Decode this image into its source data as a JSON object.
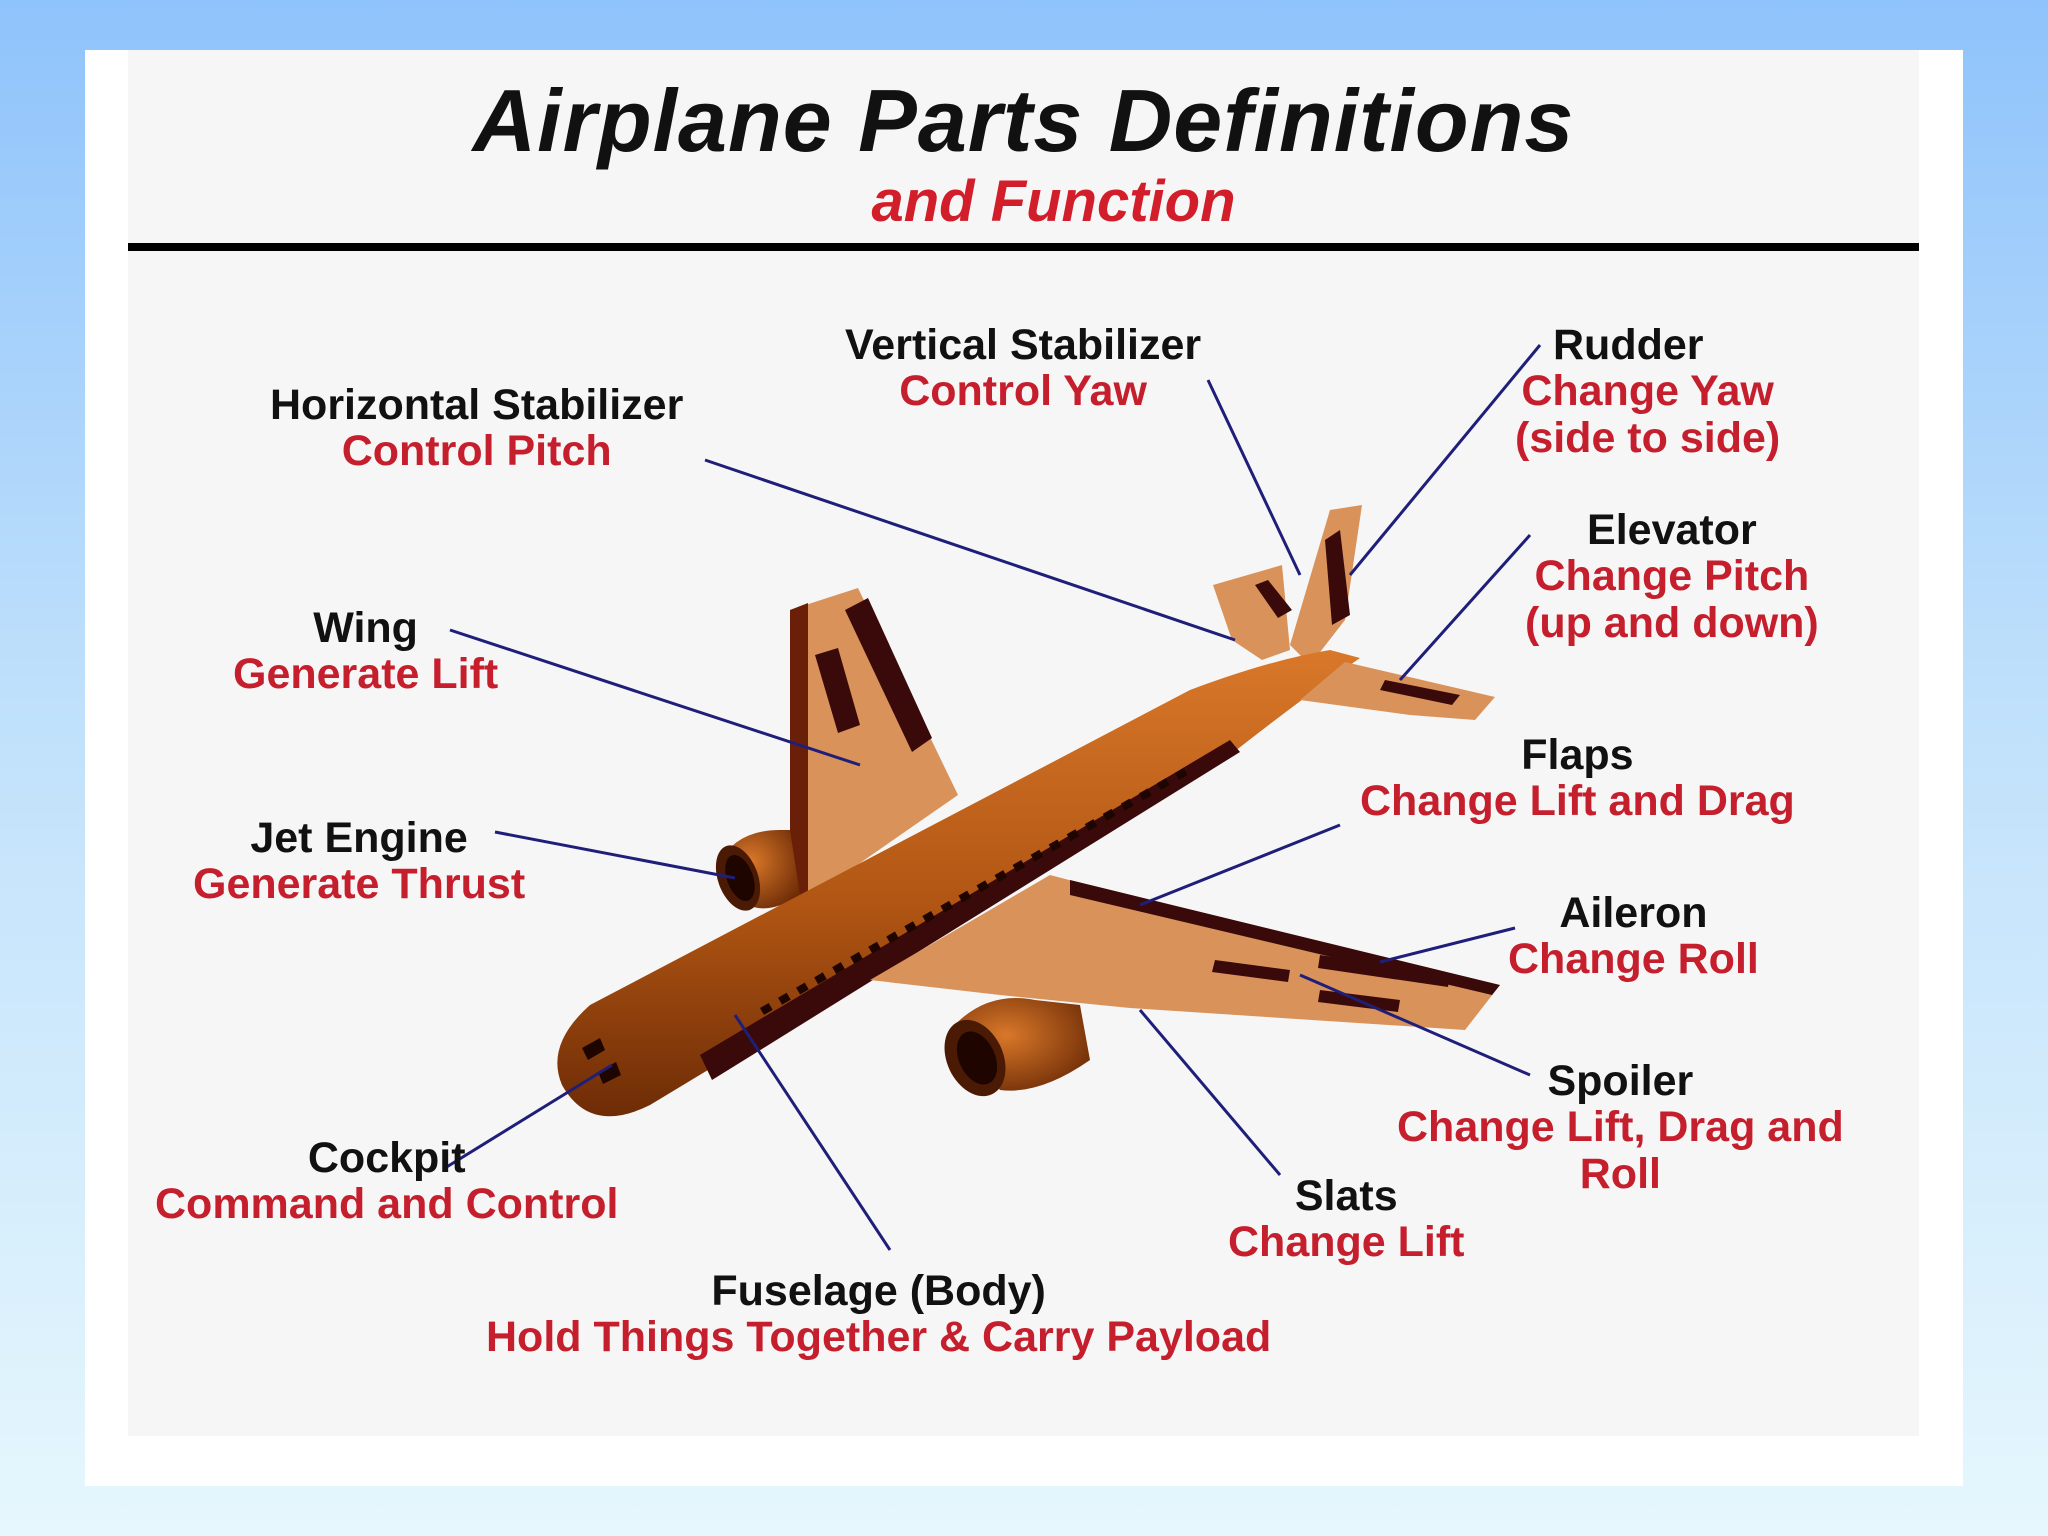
{
  "header": {
    "title": "Airplane  Parts  Definitions",
    "subtitle": "and  Function"
  },
  "colors": {
    "background_top": "#8fc3fb",
    "background_bottom": "#e6f7fd",
    "title_text": "#111111",
    "function_text": "#c51f2d",
    "leader_line": "#1f1f7a",
    "airplane_body": "#b85c1a",
    "airplane_surface": "#d9925a",
    "airplane_dark_panel": "#3a0a0a"
  },
  "parts": {
    "vertical_stabilizer": {
      "name": "Vertical  Stabilizer",
      "function": "Control  Yaw"
    },
    "rudder": {
      "name": "Rudder",
      "function": "Change  Yaw",
      "function_line2": "(side to side)"
    },
    "horizontal_stabilizer": {
      "name": "Horizontal  Stabilizer",
      "function": "Control  Pitch"
    },
    "elevator": {
      "name": "Elevator",
      "function": "Change  Pitch",
      "function_line2": "(up  and  down)"
    },
    "wing": {
      "name": "Wing",
      "function": "Generate  Lift"
    },
    "flaps": {
      "name": "Flaps",
      "function": "Change  Lift  and  Drag"
    },
    "jet_engine": {
      "name": "Jet  Engine",
      "function": "Generate  Thrust"
    },
    "aileron": {
      "name": "Aileron",
      "function": "Change  Roll"
    },
    "spoiler": {
      "name": "Spoiler",
      "function": "Change  Lift, Drag  and",
      "function_line2": "Roll"
    },
    "cockpit": {
      "name": "Cockpit",
      "function": "Command  and  Control"
    },
    "slats": {
      "name": "Slats",
      "function": "Change  Lift"
    },
    "fuselage": {
      "name": "Fuselage  (Body)",
      "function": "Hold  Things Together  &  Carry  Payload"
    }
  }
}
